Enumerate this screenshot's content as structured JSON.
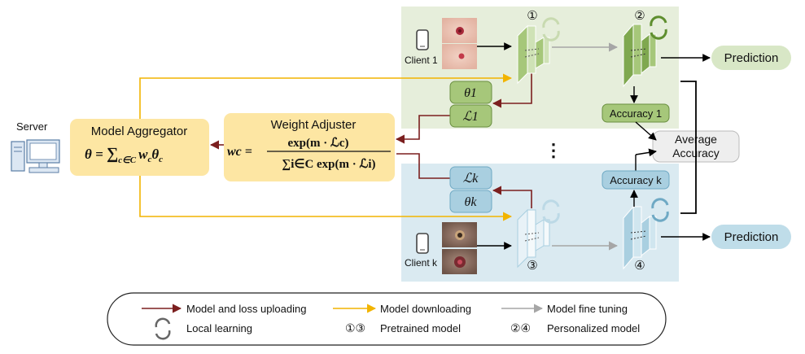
{
  "server": {
    "label": "Server"
  },
  "aggregator": {
    "title": "Model Aggregator",
    "formula": "θ = ∑c∈C wcθc",
    "f_lhs": "θ = ",
    "f_sum": "∑",
    "f_sub": "c∈C",
    "f_w": "w",
    "f_wsub": "c",
    "f_theta": "θ",
    "f_tsub": "c"
  },
  "adjuster": {
    "title": "Weight Adjuster",
    "lhs": "wc =",
    "numerator": "exp(m · ℒc)",
    "denominator": "∑i∈C exp(m · ℒi)"
  },
  "client1": {
    "label": "Client 1",
    "theta": "θ1",
    "loss": "ℒ1",
    "accuracy": "Accuracy 1",
    "prediction": "Prediction",
    "step_pretrained": "①",
    "step_personalized": "②"
  },
  "clientk": {
    "label": "Client k",
    "theta": "θk",
    "loss": "ℒk",
    "accuracy": "Accuracy k",
    "prediction": "Prediction",
    "step_pretrained": "③",
    "step_personalized": "④"
  },
  "ellipsis": "⋮",
  "average": {
    "line1": "Average",
    "line2": "Accuracy"
  },
  "legend": {
    "upload": "Model and loss uploading",
    "download": "Model downloading",
    "finetune": "Model fine tuning",
    "local": "Local learning",
    "pretrained_marks": "①③",
    "pretrained": "Pretrained model",
    "personalized_marks": "②④",
    "personalized": "Personalized model"
  },
  "colors": {
    "green_bg": "#e6eedb",
    "blue_bg": "#daeaf1",
    "yellow_box": "#fde6a3",
    "green_box": "#a6c77a",
    "blue_box": "#a9cfe0",
    "upload_arrow": "#7b1f1f",
    "download_arrow": "#f2b400",
    "finetune_arrow": "#a6a6a6"
  }
}
